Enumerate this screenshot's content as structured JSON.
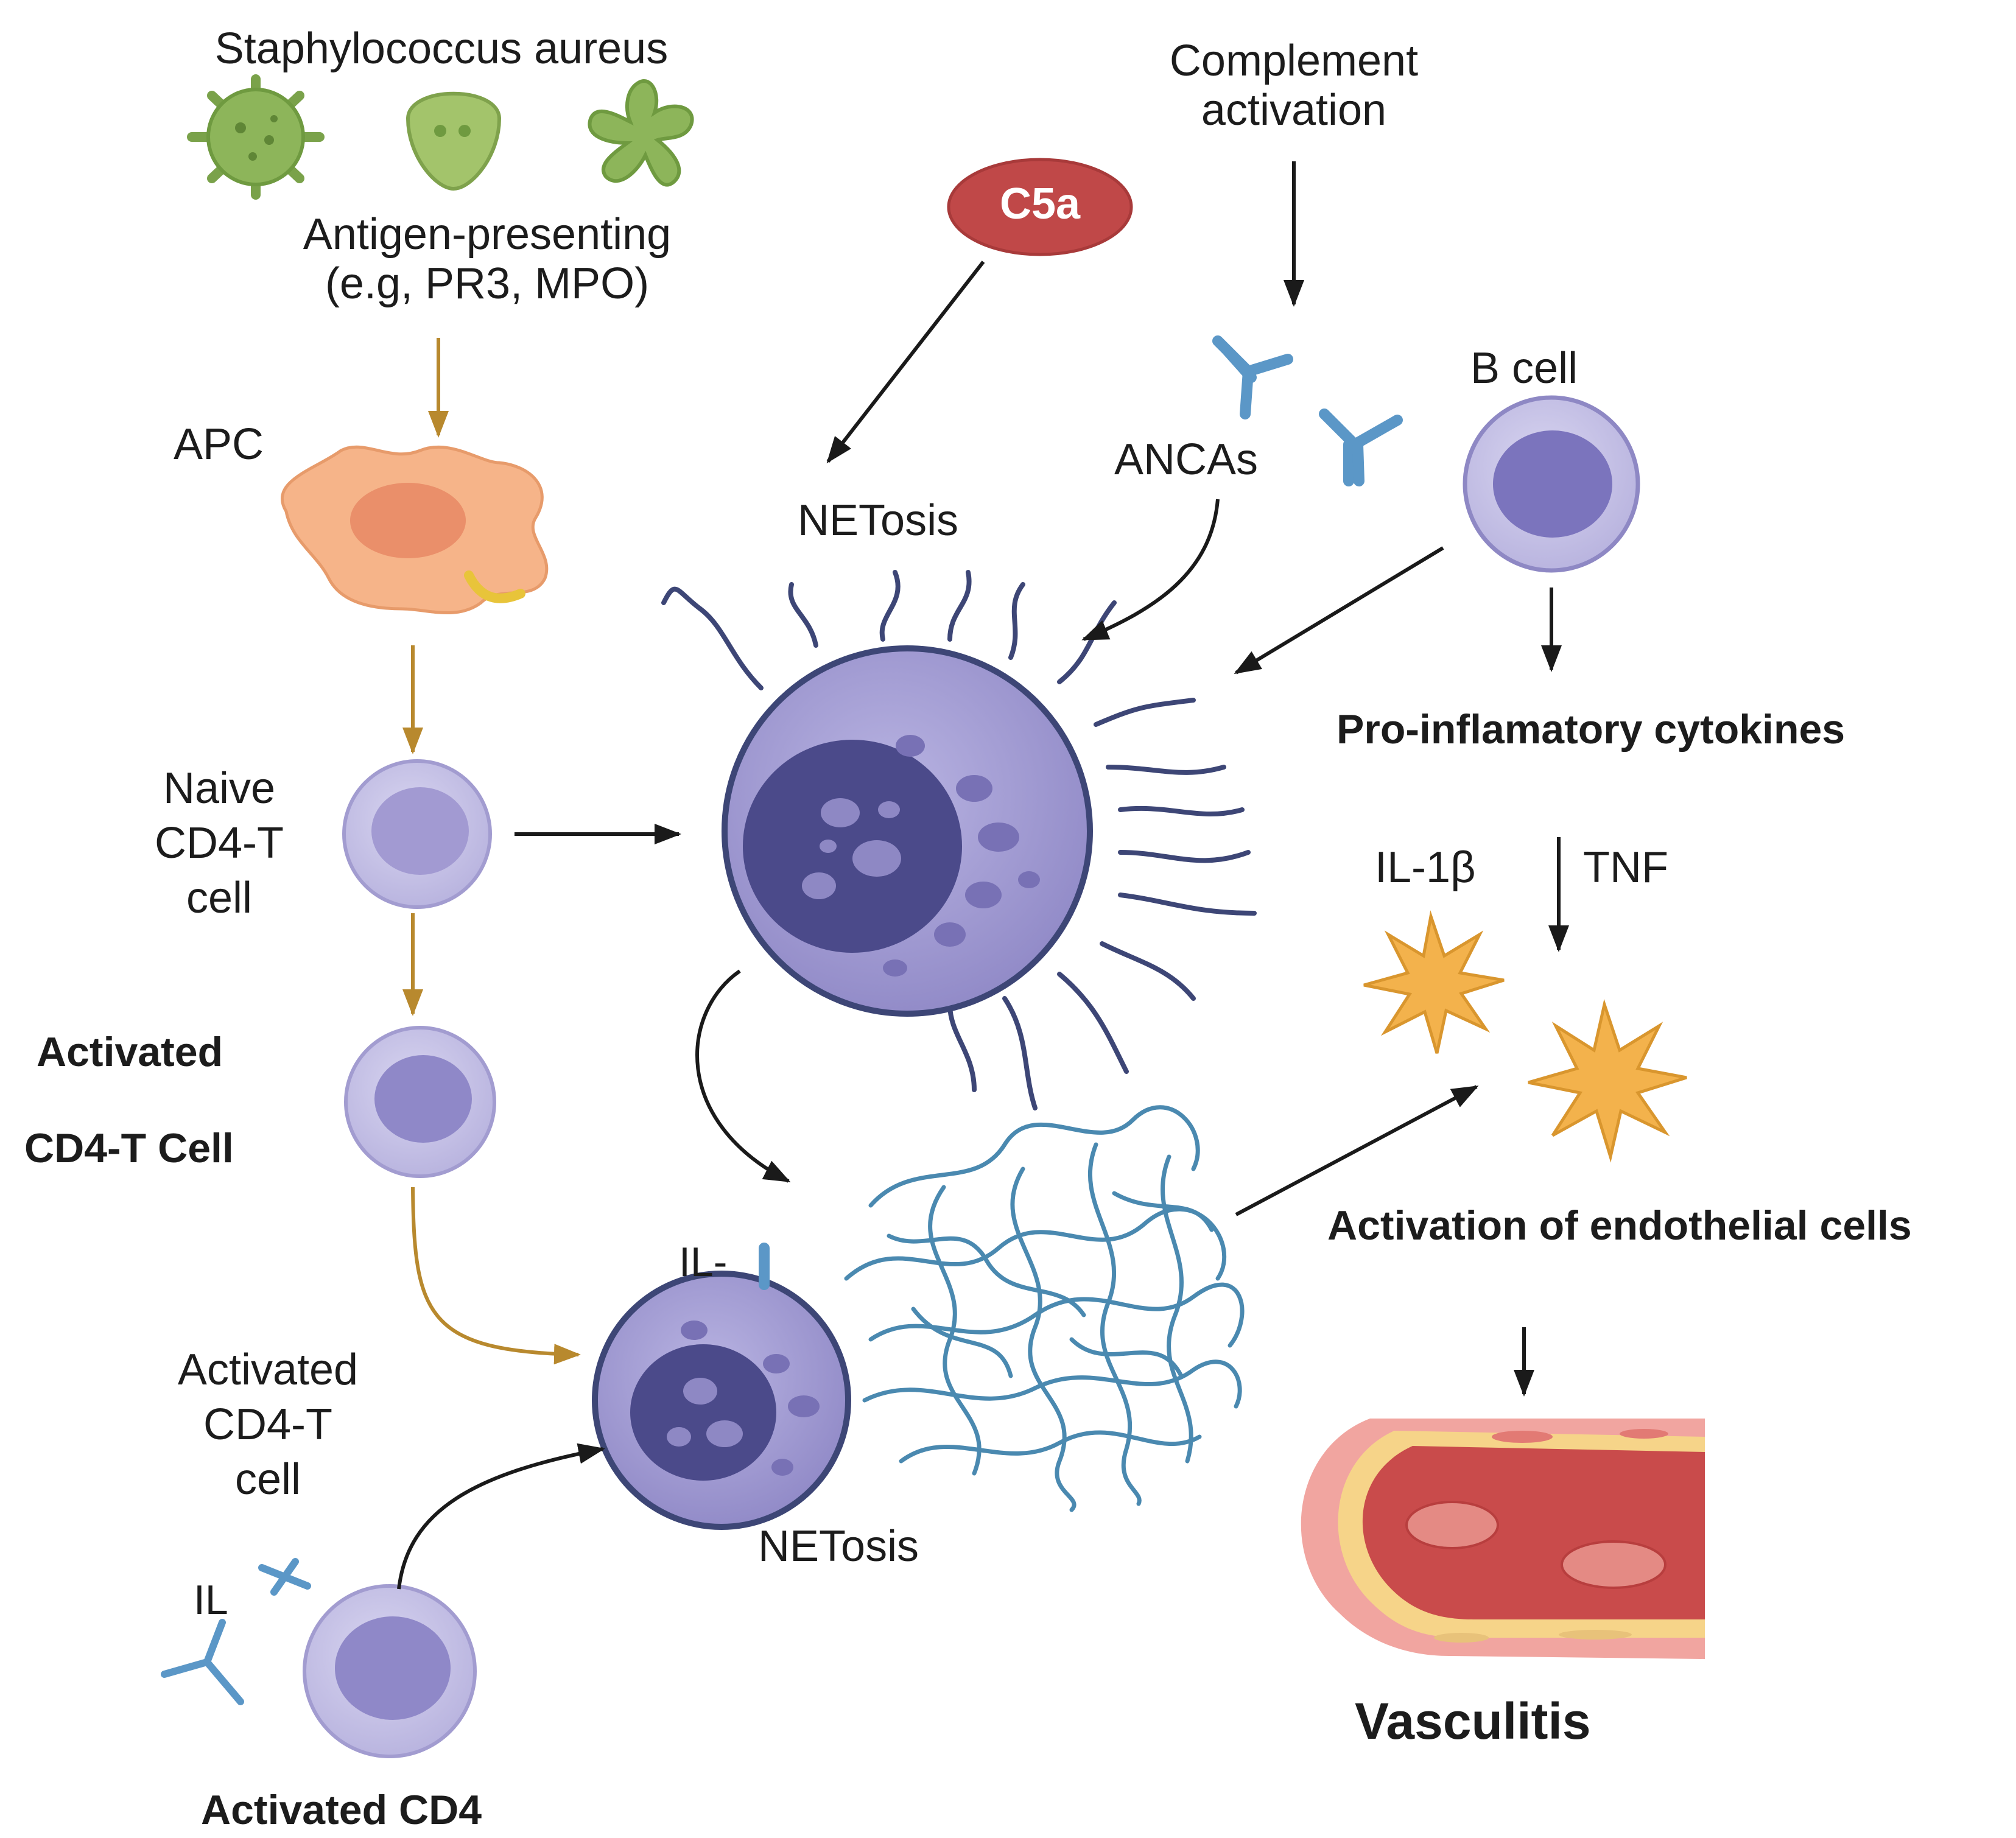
{
  "labels": {
    "staph": "Staphylococcus aureus",
    "antigen_line1": "Antigen-presenting",
    "antigen_line2": "(e.g, PR3, MPO)",
    "apc": "APC",
    "naive_line1": "Naive",
    "naive_line2": "CD4-T",
    "naive_line3": "cell",
    "activated_bold_line1": "Activated",
    "activated_bold_line2": "CD4-T Cell",
    "activated_line1": "Activated",
    "activated_line2": "CD4-T",
    "activated_line3": "cell",
    "il_small": "IL",
    "activated_cd4": "Activated CD4",
    "c5a": "C5a",
    "complement_line1": "Complement",
    "complement_line2": "activation",
    "ancas": "ANCAs",
    "b_cell": "B cell",
    "netosis_top": "NETosis",
    "netosis_bottom": "NETosis",
    "il_dash": "IL-",
    "pro_inflam": "Pro-inflamatory cytokines",
    "il1b": "IL-1β",
    "tnf": "TNF",
    "endothelial": "Activation of endothelial cells",
    "vasculitis": "Vasculitis"
  },
  "colors": {
    "bacteria_green": "#8db55a",
    "apc_orange": "#f6b489",
    "cell_purple": "#c9c6e8",
    "cell_nucleus": "#9a92cc",
    "neutrophil_body": "#a8a2d6",
    "neutrophil_nucleus": "#4b4a8a",
    "antibody_blue": "#5b97c7",
    "net_blue": "#4a89b0",
    "c5a_red": "#c04848",
    "star_orange": "#f3b24c",
    "vessel_red": "#c94b4b",
    "arrow_brown": "#b8892e",
    "arrow_black": "#1a1a1a"
  },
  "icons": [
    "bacterium-spiky-icon",
    "bacterium-round-icon",
    "bacterium-star-icon",
    "antibody-icon",
    "cytokine-star-icon",
    "blood-vessel-icon"
  ]
}
